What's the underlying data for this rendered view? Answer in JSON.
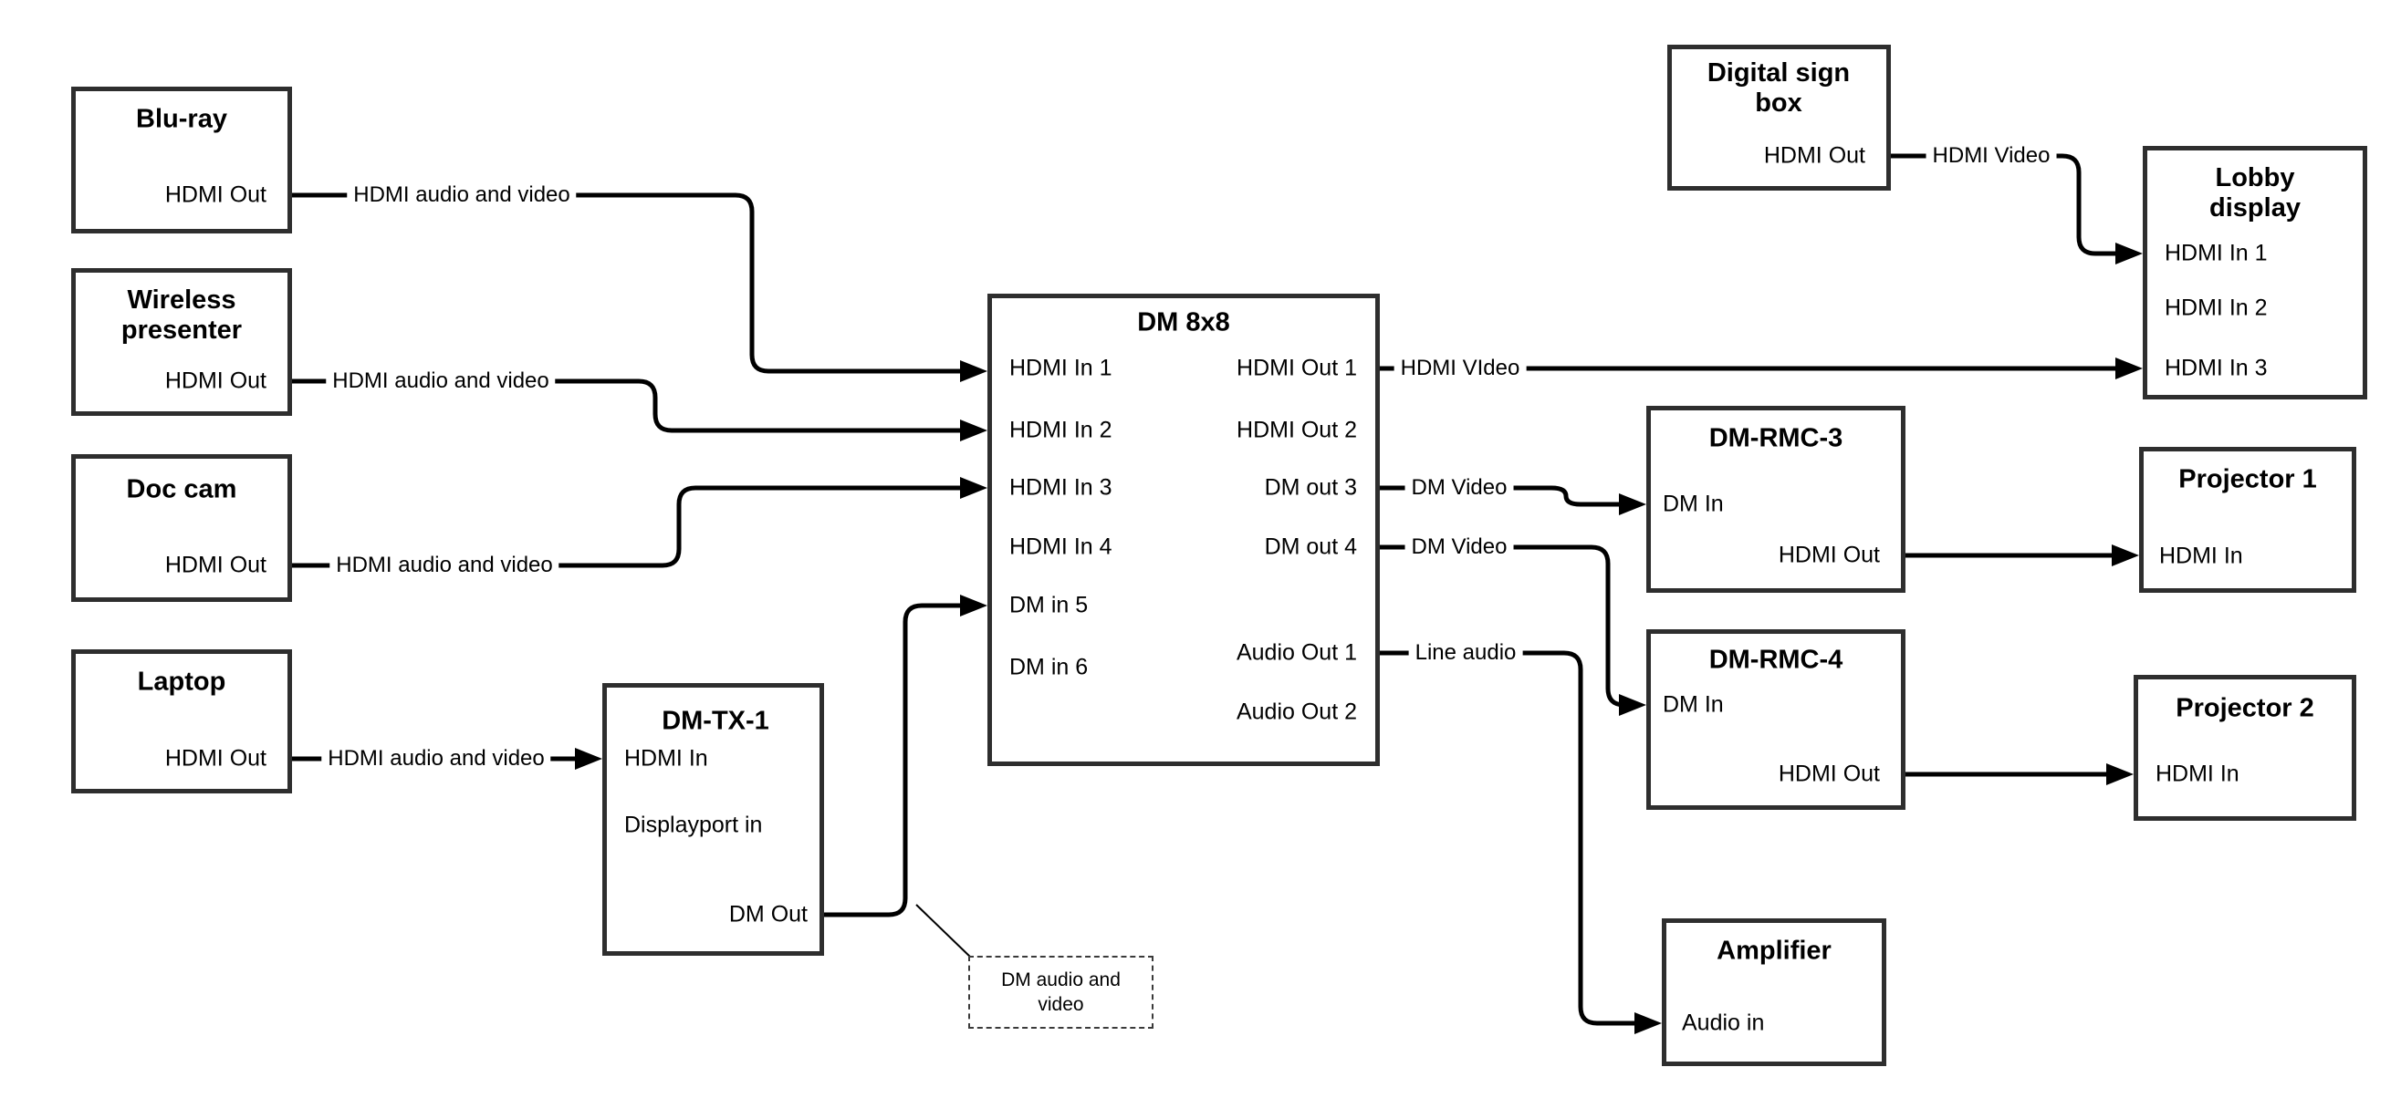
{
  "nodes": {
    "blu_ray": {
      "title": "Blu-ray",
      "port": "HDMI Out"
    },
    "wireless": {
      "title": "Wireless presenter",
      "port": "HDMI Out"
    },
    "doc_cam": {
      "title": "Doc cam",
      "port": "HDMI Out"
    },
    "laptop": {
      "title": "Laptop",
      "port": "HDMI Out"
    },
    "dm_tx_1": {
      "title": "DM-TX-1",
      "port_hdmi_in": "HDMI In",
      "port_displayport_in": "Displayport in",
      "port_dm_out": "DM Out"
    },
    "dm_8x8": {
      "title": "DM 8x8",
      "in1": "HDMI In 1",
      "in2": "HDMI In 2",
      "in3": "HDMI In 3",
      "in4": "HDMI In 4",
      "in5": "DM in 5",
      "in6": "DM in 6",
      "out1": "HDMI Out 1",
      "out2": "HDMI Out 2",
      "out3": "DM out 3",
      "out4": "DM out 4",
      "aout1": "Audio Out 1",
      "aout2": "Audio Out 2"
    },
    "digital_sign": {
      "title": "Digital sign box",
      "port": "HDMI Out"
    },
    "lobby_display": {
      "title": "Lobby display",
      "in1": "HDMI In 1",
      "in2": "HDMI In 2",
      "in3": "HDMI In 3"
    },
    "dm_rmc_3": {
      "title": "DM-RMC-3",
      "port_dm_in": "DM In",
      "port_hdmi_out": "HDMI Out"
    },
    "dm_rmc_4": {
      "title": "DM-RMC-4",
      "port_dm_in": "DM In",
      "port_hdmi_out": "HDMI Out"
    },
    "projector_1": {
      "title": "Projector 1",
      "port": "HDMI In"
    },
    "projector_2": {
      "title": "Projector 2",
      "port": "HDMI In"
    },
    "amplifier": {
      "title": "Amplifier",
      "port": "Audio in"
    }
  },
  "edge_labels": {
    "blu_ray_link": "HDMI audio and video",
    "wireless_link": "HDMI audio and video",
    "doc_cam_link": "HDMI audio and video",
    "laptop_link": "HDMI audio and video",
    "hdmi_out_1_link": "HDMI VIdeo",
    "digital_sign_link": "HDMI Video",
    "dm_out_3_link": "DM Video",
    "dm_out_4_link": "DM Video",
    "audio_out_1_link": "Line audio",
    "dm_annotation": "DM audio and video"
  },
  "colors": {
    "background": "#ffffff",
    "line": "#000000",
    "box_border": "#2e2e2e",
    "text": "#000000"
  }
}
